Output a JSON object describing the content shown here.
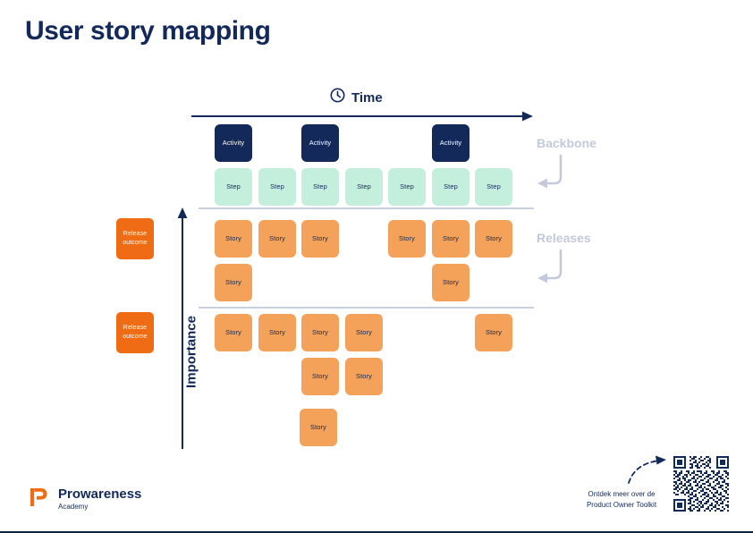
{
  "slide": {
    "title": "User story mapping"
  },
  "axes": {
    "time": {
      "label": "Time",
      "icon": "clock-icon",
      "direction": "right"
    },
    "importance": {
      "label": "Importance",
      "direction": "up"
    }
  },
  "annotations": [
    {
      "label": "Backbone",
      "icon": "curved-arrow-left-icon"
    },
    {
      "label": "Releases",
      "icon": "curved-arrow-left-icon"
    }
  ],
  "board": {
    "columns": 7,
    "backbone": {
      "activity_label": "Activity",
      "step_label": "Step",
      "activities": [
        {
          "column": 1,
          "label": "Activity"
        },
        {
          "column": 3,
          "label": "Activity"
        },
        {
          "column": 6,
          "label": "Activity"
        }
      ],
      "steps": [
        {
          "column": 1,
          "label": "Step"
        },
        {
          "column": 2,
          "label": "Step"
        },
        {
          "column": 3,
          "label": "Step"
        },
        {
          "column": 4,
          "label": "Step"
        },
        {
          "column": 5,
          "label": "Step"
        },
        {
          "column": 6,
          "label": "Step"
        },
        {
          "column": 7,
          "label": "Step"
        }
      ]
    },
    "releases": [
      {
        "outcome_label_line1": "Release",
        "outcome_label_line2": "outcome",
        "stories": [
          {
            "row": 1,
            "column": 1,
            "label": "Story"
          },
          {
            "row": 1,
            "column": 2,
            "label": "Story"
          },
          {
            "row": 1,
            "column": 3,
            "label": "Story"
          },
          {
            "row": 1,
            "column": 5,
            "label": "Story"
          },
          {
            "row": 1,
            "column": 6,
            "label": "Story"
          },
          {
            "row": 1,
            "column": 7,
            "label": "Story"
          },
          {
            "row": 2,
            "column": 1,
            "label": "Story"
          },
          {
            "row": 2,
            "column": 6,
            "label": "Story"
          }
        ]
      },
      {
        "outcome_label_line1": "Release",
        "outcome_label_line2": "outcome",
        "stories": [
          {
            "row": 1,
            "column": 1,
            "label": "Story"
          },
          {
            "row": 1,
            "column": 2,
            "label": "Story"
          },
          {
            "row": 1,
            "column": 3,
            "label": "Story"
          },
          {
            "row": 1,
            "column": 4,
            "label": "Story"
          },
          {
            "row": 1,
            "column": 7,
            "label": "Story"
          },
          {
            "row": 2,
            "column": 3,
            "label": "Story"
          },
          {
            "row": 2,
            "column": 4,
            "label": "Story"
          },
          {
            "row": 3,
            "column": 3,
            "label": "Story"
          }
        ]
      }
    ]
  },
  "footer": {
    "logo": {
      "name": "Prowareness",
      "sub": "Academy",
      "icon": "prowareness-p-mark-icon"
    },
    "cta": {
      "line1": "Ontdek meer over de",
      "line2": "Product Owner Toolkit",
      "arrow_icon": "dashed-curved-arrow-icon",
      "qr_icon": "qr-code-icon"
    }
  },
  "colors": {
    "navy": "#12295a",
    "mint": "#c5efdd",
    "story_orange": "#f4a259",
    "release_orange": "#ef6c14",
    "annotation_gray": "#c2cadb",
    "separator": "#c8cfdd"
  }
}
